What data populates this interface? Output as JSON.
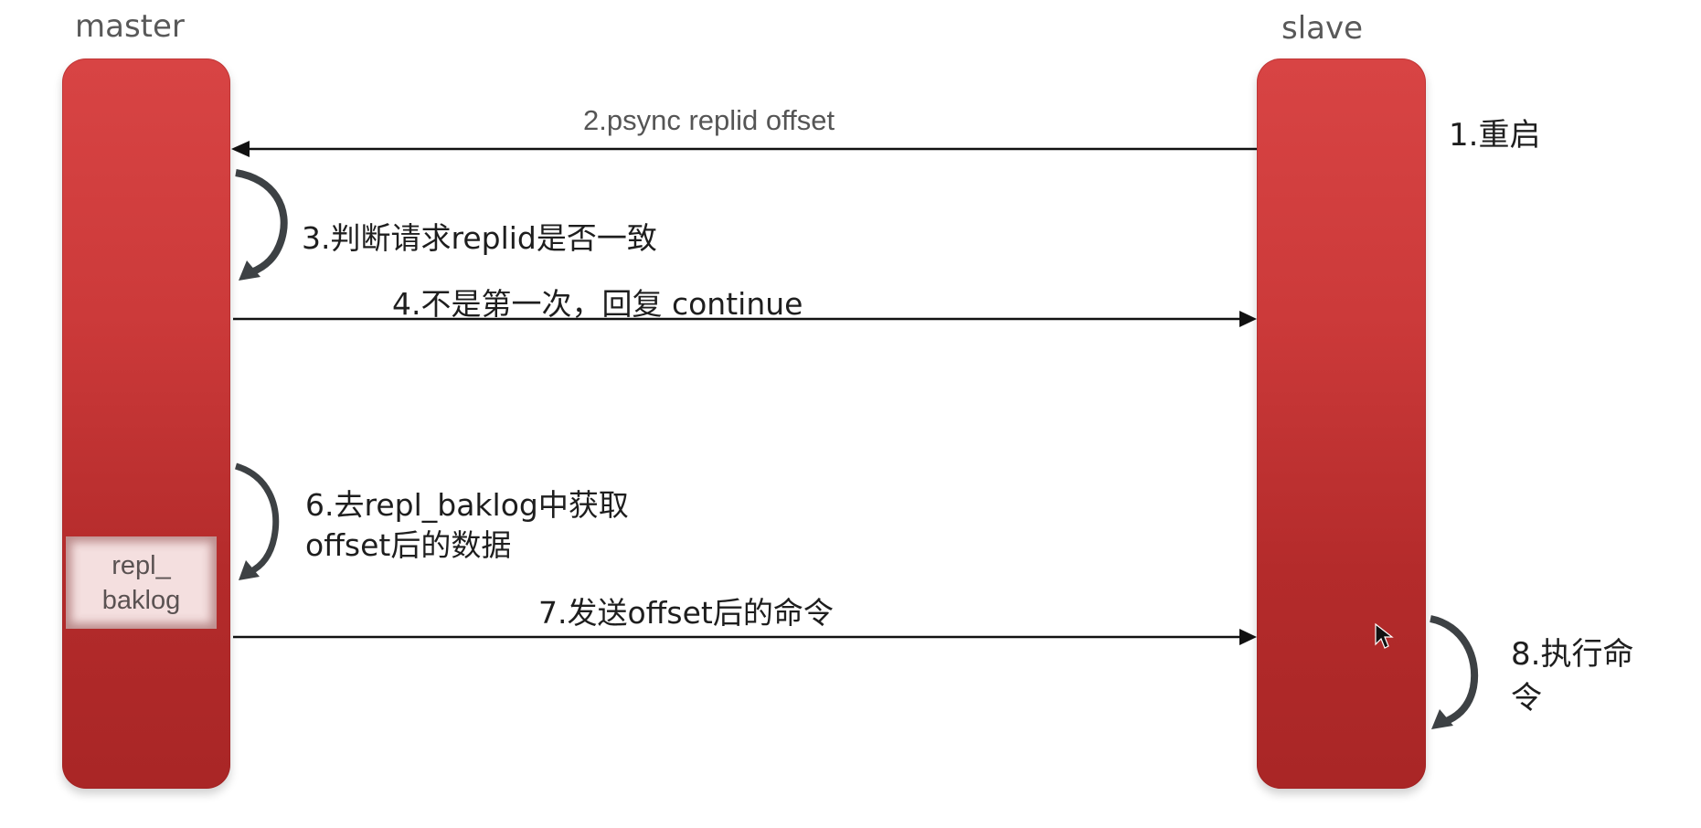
{
  "nodes": {
    "master": {
      "label": "master",
      "backlog_line1": "repl_",
      "backlog_line2": "baklog"
    },
    "slave": {
      "label": "slave"
    }
  },
  "steps": {
    "s1": "1.重启",
    "s2": "2.psync replid offset",
    "s3": "3.判断请求replid是否一致",
    "s4": "4.不是第一次，回复 continue",
    "s6_line1": "6.去repl_baklog中获取",
    "s6_line2": "offset后的数据",
    "s7": "7.发送offset后的命令",
    "s8_line1": "8.执行命",
    "s8_line2": "令"
  },
  "colors": {
    "bar_top": "#d84444",
    "bar_bottom": "#a92626",
    "arrow": "#111111",
    "self_arrow": "#3d4144",
    "backlog_fill": "#f4dfdf"
  }
}
